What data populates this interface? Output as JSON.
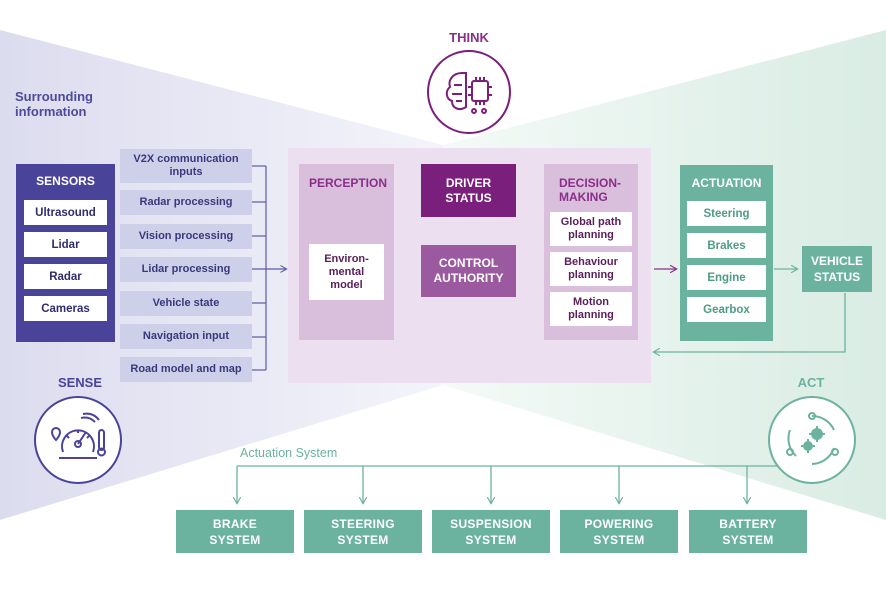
{
  "think": {
    "label": "THINK",
    "icon": "brain-chip-icon"
  },
  "sense": {
    "label": "SENSE",
    "icon": "dashboard-gauge-icon"
  },
  "act": {
    "label": "ACT",
    "icon": "gears-cycle-icon"
  },
  "surrounding": {
    "line1": "Surrounding",
    "line2": "information"
  },
  "sensors": {
    "title": "SENSORS",
    "items": [
      "Ultrasound",
      "Lidar",
      "Radar",
      "Cameras"
    ]
  },
  "inputs": {
    "items": [
      [
        "V2X communication",
        "inputs"
      ],
      [
        "Radar processing"
      ],
      [
        "Vision processing"
      ],
      [
        "Lidar processing"
      ],
      [
        "Vehicle state"
      ],
      [
        "Navigation input"
      ],
      [
        "Road model and map"
      ]
    ]
  },
  "perception": {
    "title": "PERCEPTION",
    "model": [
      "Environ-",
      "mental",
      "model"
    ]
  },
  "driver_status": [
    "DRIVER",
    "STATUS"
  ],
  "control_authority": [
    "CONTROL",
    "AUTHORITY"
  ],
  "decision": {
    "title": [
      "DECISION-",
      "MAKING"
    ],
    "items": [
      [
        "Global path",
        "planning"
      ],
      [
        "Behaviour",
        "planning"
      ],
      [
        "Motion",
        "planning"
      ]
    ]
  },
  "actuation": {
    "title": "ACTUATION",
    "items": [
      "Steering",
      "Brakes",
      "Engine",
      "Gearbox"
    ]
  },
  "vehicle_status": [
    "VEHICLE",
    "STATUS"
  ],
  "actuation_system": {
    "label": "Actuation System",
    "systems": [
      [
        "BRAKE",
        "SYSTEM"
      ],
      [
        "STEERING",
        "SYSTEM"
      ],
      [
        "SUSPENSION",
        "SYSTEM"
      ],
      [
        "POWERING",
        "SYSTEM"
      ],
      [
        "BATTERY",
        "SYSTEM"
      ]
    ]
  },
  "colors": {
    "sense": "#49449a",
    "think": "#7b1f7d",
    "act": "#6bb39f",
    "input_box": "#cdd0e8",
    "think_panel": "#ece0f0"
  }
}
